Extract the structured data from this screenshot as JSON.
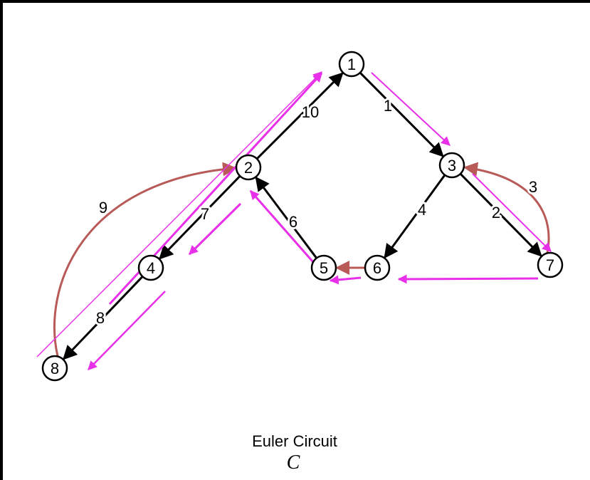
{
  "caption": {
    "line1": "Euler Circuit",
    "line2": "C"
  },
  "colors": {
    "edge": "#000000",
    "curved_edge": "#b85a58",
    "overlay": "#e830e8",
    "node_fill": "#ffffff"
  },
  "nodes": [
    {
      "id": "1",
      "label": "1"
    },
    {
      "id": "2",
      "label": "2"
    },
    {
      "id": "3",
      "label": "3"
    },
    {
      "id": "4",
      "label": "4"
    },
    {
      "id": "5",
      "label": "5"
    },
    {
      "id": "6",
      "label": "6"
    },
    {
      "id": "7",
      "label": "7"
    },
    {
      "id": "8",
      "label": "8"
    }
  ],
  "edges": [
    {
      "from": "1",
      "to": "3",
      "label": "1",
      "style": "straight"
    },
    {
      "from": "3",
      "to": "7",
      "label": "2",
      "style": "straight"
    },
    {
      "from": "7",
      "to": "3",
      "label": "3",
      "style": "curved"
    },
    {
      "from": "3",
      "to": "6",
      "label": "4",
      "style": "straight"
    },
    {
      "from": "6",
      "to": "5",
      "label": "",
      "style": "short"
    },
    {
      "from": "5",
      "to": "2",
      "label": "6",
      "style": "straight"
    },
    {
      "from": "2",
      "to": "4",
      "label": "7",
      "style": "straight"
    },
    {
      "from": "4",
      "to": "8",
      "label": "8",
      "style": "straight"
    },
    {
      "from": "8",
      "to": "2",
      "label": "9",
      "style": "curved"
    },
    {
      "from": "2",
      "to": "1",
      "label": "10",
      "style": "straight"
    }
  ]
}
